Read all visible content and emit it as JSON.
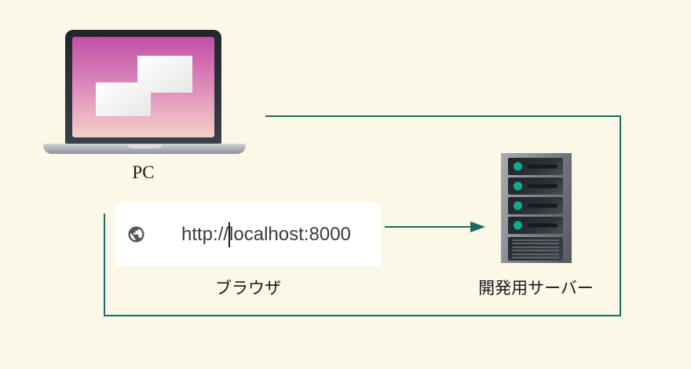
{
  "background_color": "#fcf8e8",
  "connector": {
    "color": "#1b6e5f",
    "pc_to_server_style": "elbow-line",
    "browser_to_server_style": "straight-arrow"
  },
  "pc": {
    "label": "PC",
    "icon": "laptop-icon",
    "screen_top_color": "#c24fa6",
    "screen_bottom_color": "#f4d1c6"
  },
  "browser": {
    "label": "ブラウザ",
    "address_icon": "globe-icon",
    "url": "http://localhost:8000",
    "url_before_cursor": "http://",
    "url_after_cursor": "localhost:8000"
  },
  "server": {
    "label": "開発用サーバー",
    "icon": "server-rack-icon",
    "bay_count": 4,
    "led_color": "#10ab92"
  }
}
